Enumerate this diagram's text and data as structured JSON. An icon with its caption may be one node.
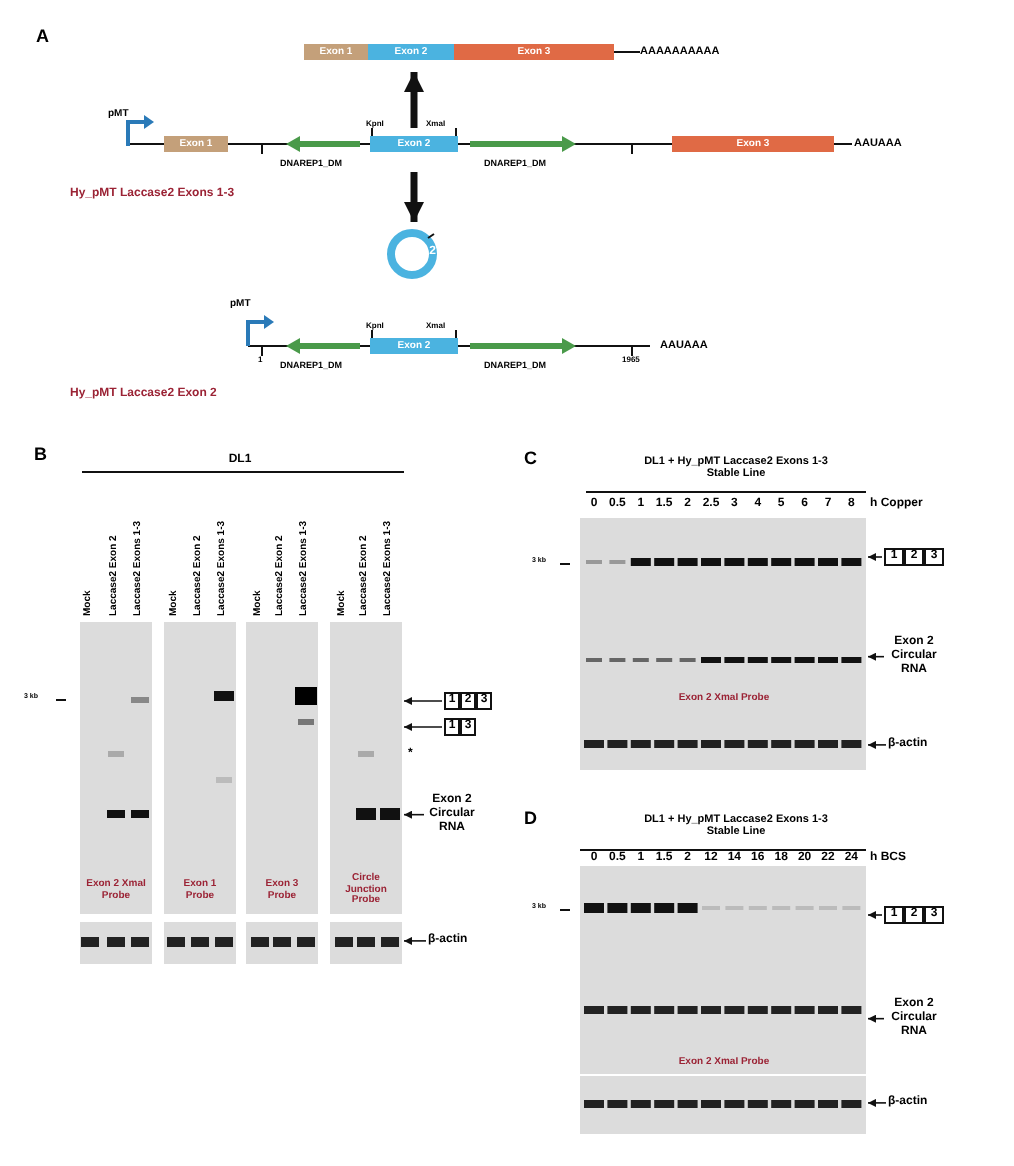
{
  "diagram": {
    "nodes": [
      {
        "text": [
          "Exon 1"
        ]
      },
      {
        "text": [
          "Exon 2"
        ]
      },
      {
        "text": [
          "Exon 3"
        ]
      },
      {
        "text": [
          "Exon 1"
        ]
      },
      {
        "text": [
          "Exon 2"
        ]
      },
      {
        "text": [
          "Exon 3"
        ]
      },
      {
        "text": [
          "2"
        ]
      },
      {
        "text": [
          "Exon 2"
        ]
      },
      {
        "text": [
          "1"
        ]
      },
      {
        "text": [
          "2"
        ]
      },
      {
        "text": [
          "3"
        ]
      },
      {
        "text": [
          "1"
        ]
      },
      {
        "text": [
          "3"
        ]
      },
      {
        "text": [
          "Exon 2 Circular RNA"
        ]
      },
      {
        "text": [
          "β-actin"
        ]
      },
      {
        "text": [
          "1"
        ]
      },
      {
        "text": [
          "2"
        ]
      },
      {
        "text": [
          "3"
        ]
      },
      {
        "text": [
          "Exon 2 Circular RNA"
        ]
      },
      {
        "text": [
          "β-actin"
        ]
      },
      {
        "text": [
          "1"
        ]
      },
      {
        "text": [
          "2"
        ]
      },
      {
        "text": [
          "3"
        ]
      },
      {
        "text": [
          "Exon 2 Circular RNA"
        ]
      },
      {
        "text": [
          "β-actin"
        ]
      },
      {
        "text": [],
        "shape": "picture"
      },
      {
        "text": [],
        "shape": "picture"
      },
      {
        "text": [],
        "shape": "picture"
      },
      {
        "text": [],
        "shape": "picture"
      },
      {
        "text": [],
        "shape": "picture"
      },
      {
        "text": [],
        "shape": "picture"
      }
    ],
    "edges": [
      {
        "from": 4,
        "to": 1,
        "arrow": "to",
        "style": "thick"
      },
      {
        "from": 4,
        "to": 6,
        "arrow": "to",
        "style": "thick"
      },
      {
        "from": 8,
        "to": 25,
        "arrow": "to"
      },
      {
        "from": 11,
        "to": 25,
        "arrow": "to"
      },
      {
        "from": 13,
        "to": 25,
        "arrow": "to"
      },
      {
        "from": 14,
        "to": 26,
        "arrow": "to"
      },
      {
        "from": 15,
        "to": 27,
        "arrow": "to"
      },
      {
        "from": 18,
        "to": 27,
        "arrow": "to"
      },
      {
        "from": 19,
        "to": 28,
        "arrow": "to"
      },
      {
        "from": 20,
        "to": 29,
        "arrow": "to"
      },
      {
        "from": 23,
        "to": 29,
        "arrow": "to"
      },
      {
        "from": 24,
        "to": 30,
        "arrow": "to"
      }
    ],
    "labels": [
      "A",
      "AAAAAAAAAA",
      "pMT",
      "KpnI",
      "XmaI",
      "AAUAAA",
      "DNAREP1_DM",
      "DNAREP1_DM",
      "Hy_pMT Laccase2 Exons 1-3",
      "pMT",
      "KpnI",
      "XmaI",
      "AAUAAA",
      "1",
      "DNAREP1_DM",
      "DNAREP1_DM",
      "1965",
      "Hy_pMT Laccase2 Exon 2",
      "B",
      "DL1",
      "Mock",
      "Laccase2 Exon 2",
      "Laccase2 Exons 1-3",
      "Mock",
      "Laccase2 Exon 2",
      "Laccase2 Exons 1-3",
      "Mock",
      "Laccase2 Exon 2",
      "Laccase2 Exons 1-3",
      "Mock",
      "Laccase2 Exon 2",
      "Laccase2 Exons 1-3",
      "3 kb",
      "*",
      "Exon 2 XmaI Probe",
      "Exon 1 Probe",
      "Exon 3 Probe",
      "Circle Junction Probe",
      "C",
      "DL1 + Hy_pMT Laccase2 Exons 1-3 Stable Line",
      "0",
      "0.5",
      "1",
      "1.5",
      "2",
      "2.5",
      "3",
      "4",
      "5",
      "6",
      "7",
      "8",
      "h Copper",
      "3 kb",
      "Exon 2 XmaI Probe",
      "D",
      "DL1 + Hy_pMT Laccase2 Exons 1-3 Stable Line",
      "0",
      "0.5",
      "1",
      "1.5",
      "2",
      "12",
      "14",
      "16",
      "18",
      "20",
      "22",
      "24",
      "h BCS",
      "3 kb",
      "Exon 2 XmaI Probe"
    ]
  }
}
